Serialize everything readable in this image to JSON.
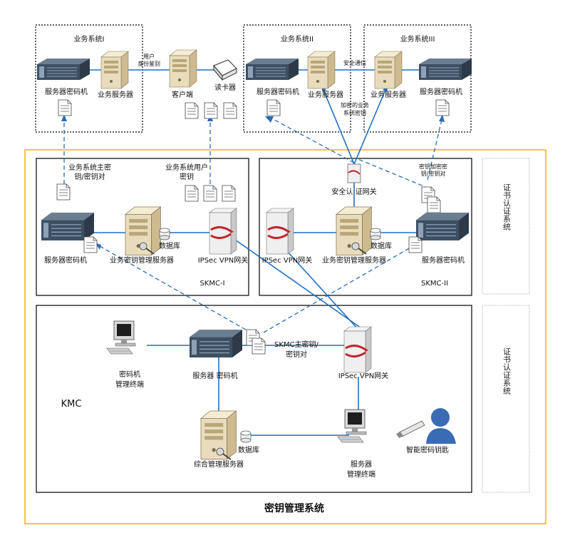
{
  "colors": {
    "link_solid": "#1f6fc4",
    "link_dashed": "#2b6cb8",
    "outer_border": "#f0b400",
    "box_border": "#000000",
    "side_panel_border": "#999999",
    "server_beige": "#e9dcbc",
    "rack_dark": "#3d4f63",
    "vpn_red": "#c0282d"
  },
  "systems": {
    "biz1": {
      "title": "业务系统I",
      "crypto_label": "服务器密码机",
      "server_label": "业务服务器"
    },
    "biz2": {
      "title": "业务系统II",
      "crypto_label": "服务器密码机",
      "server_label": "业务服务器"
    },
    "biz3": {
      "title": "业务系统III",
      "crypto_label": "服务器密码机",
      "server_label": "业务服务器"
    },
    "client_label": "客户端",
    "reader_label": "读卡器",
    "auth_label_line1": "用户",
    "auth_label_line2": "身份鉴别",
    "secure_comm_label": "安全通信",
    "encrypted_key_line1": "加密的业务",
    "encrypted_key_line2": "系统密钥"
  },
  "skmc1": {
    "title": "SKMC-I",
    "master_key_line1": "业务系统主密",
    "master_key_line2": "钥/密钥对",
    "user_key_line1": "业务系统用户",
    "user_key_line2": "密钥",
    "crypto_label": "服务器密码机",
    "mgmt_label": "业务密钥管理服务器",
    "db_label": "数据库",
    "vpn_label": "IPSec VPN网关"
  },
  "skmc2": {
    "title": "SKMC-II",
    "gateway_label": "安全认 证网关",
    "key_enc_line1": "密钥加密密",
    "key_enc_line2": "钥/密钥对",
    "vpn_label": "IPSec VPN网关",
    "mgmt_label": "业务密钥管理服务器",
    "db_label": "数据库",
    "crypto_label": "服务器密码机"
  },
  "kmc": {
    "title": "KMC",
    "terminal_label_line1": "密码机",
    "terminal_label_line2": "管理终端",
    "crypto_label": "服务器 密码机",
    "skmc_key_line1": "SKMC主密钥/",
    "skmc_key_line2": "密钥对",
    "vpn_label": "IPSec VPN网关",
    "integrated_label": "综合管理服务器",
    "db_label": "数据库",
    "server_terminal_line1": "服务器",
    "server_terminal_line2": "管理终端",
    "smartkey_label": "智能密码钥匙"
  },
  "side_panels": {
    "top": "证书认证系统",
    "bottom": "证书认证系统"
  },
  "footer_title": "密钥管理系统"
}
